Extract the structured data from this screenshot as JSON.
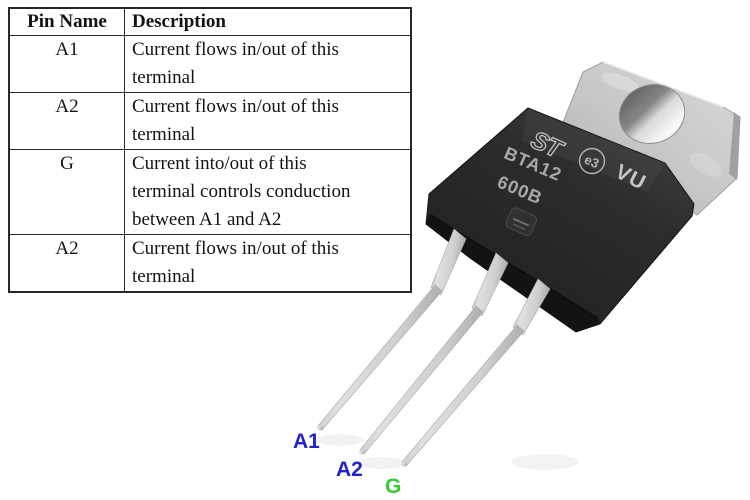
{
  "page": {
    "background": "#ffffff"
  },
  "pin_table": {
    "headers": [
      "Pin Name",
      "Description"
    ],
    "rows": [
      {
        "pin": "A1",
        "description_lines": [
          "Current flows in/out of this",
          "terminal"
        ]
      },
      {
        "pin": "A2",
        "description_lines": [
          "Current flows in/out of this",
          "terminal"
        ]
      },
      {
        "pin": "G",
        "description_lines": [
          "Current into/out of this",
          "terminal controls conduction",
          "between A1 and A2"
        ]
      },
      {
        "pin": "A2",
        "description_lines": [
          "Current flows in/out of this",
          "terminal"
        ]
      }
    ]
  },
  "component": {
    "markings": {
      "logo": "ST",
      "part_line1": "BTA12",
      "part_line2": "600B",
      "cert_mark": "e3",
      "code": "VU"
    },
    "pin_labels": [
      {
        "label": "A1",
        "color": "#2222cc"
      },
      {
        "label": "A2",
        "color": "#2222cc"
      },
      {
        "label": "G",
        "color": "#33cc33"
      }
    ]
  }
}
